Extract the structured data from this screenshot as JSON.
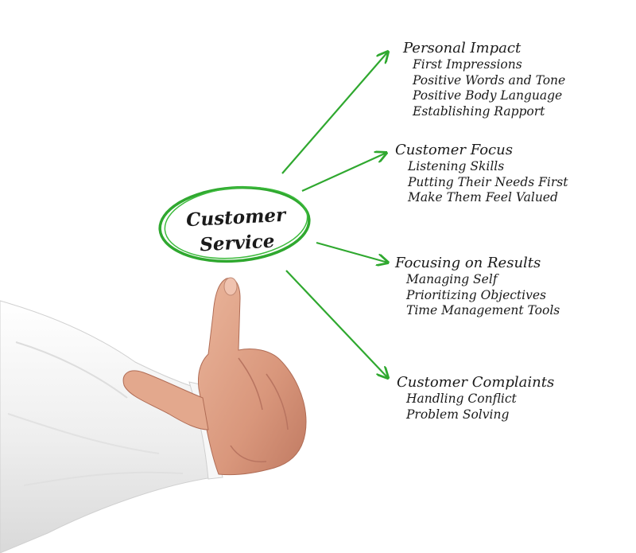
{
  "diagram": {
    "center": {
      "line1": "Customer",
      "line2": "Service"
    },
    "branches": [
      {
        "title": "Personal Impact",
        "items": [
          "First Impressions",
          "Positive Words and Tone",
          "Positive Body Language",
          "Establishing Rapport"
        ]
      },
      {
        "title": "Customer Focus",
        "items": [
          "Listening Skills",
          "Putting Their Needs First",
          "Make Them Feel Valued"
        ]
      },
      {
        "title": "Focusing on Results",
        "items": [
          "Managing Self",
          "Prioritizing Objectives",
          "Time Management Tools"
        ]
      },
      {
        "title": "Customer Complaints",
        "items": [
          "Handling Conflict",
          "Problem Solving"
        ]
      }
    ],
    "colors": {
      "accent": "#2fa82f",
      "text": "#1a1a1a",
      "background": "#ffffff",
      "skin": "#e0a48a",
      "sleeve": "#f2f2f2"
    }
  }
}
